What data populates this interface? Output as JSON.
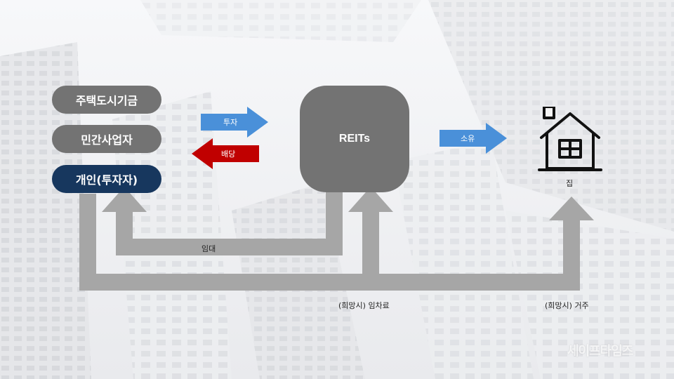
{
  "nodes": {
    "fund": "주택도시기금",
    "private": "민간사업자",
    "individual": "개인(투자자)",
    "reits": "REITs",
    "house": "집"
  },
  "arrows": {
    "invest": "투자",
    "dividend": "배당",
    "own": "소유"
  },
  "flows": {
    "lease": "임대",
    "rent": "(희망시) 임차료",
    "residence": "(희망시) 거주"
  },
  "colors": {
    "blue_arrow": "#4a90d9",
    "red_arrow": "#c00000",
    "navy_node": "#17375e",
    "gray_node": "#737373",
    "flow_gray": "#a6a6a6"
  },
  "watermark": "세이프타임즈"
}
